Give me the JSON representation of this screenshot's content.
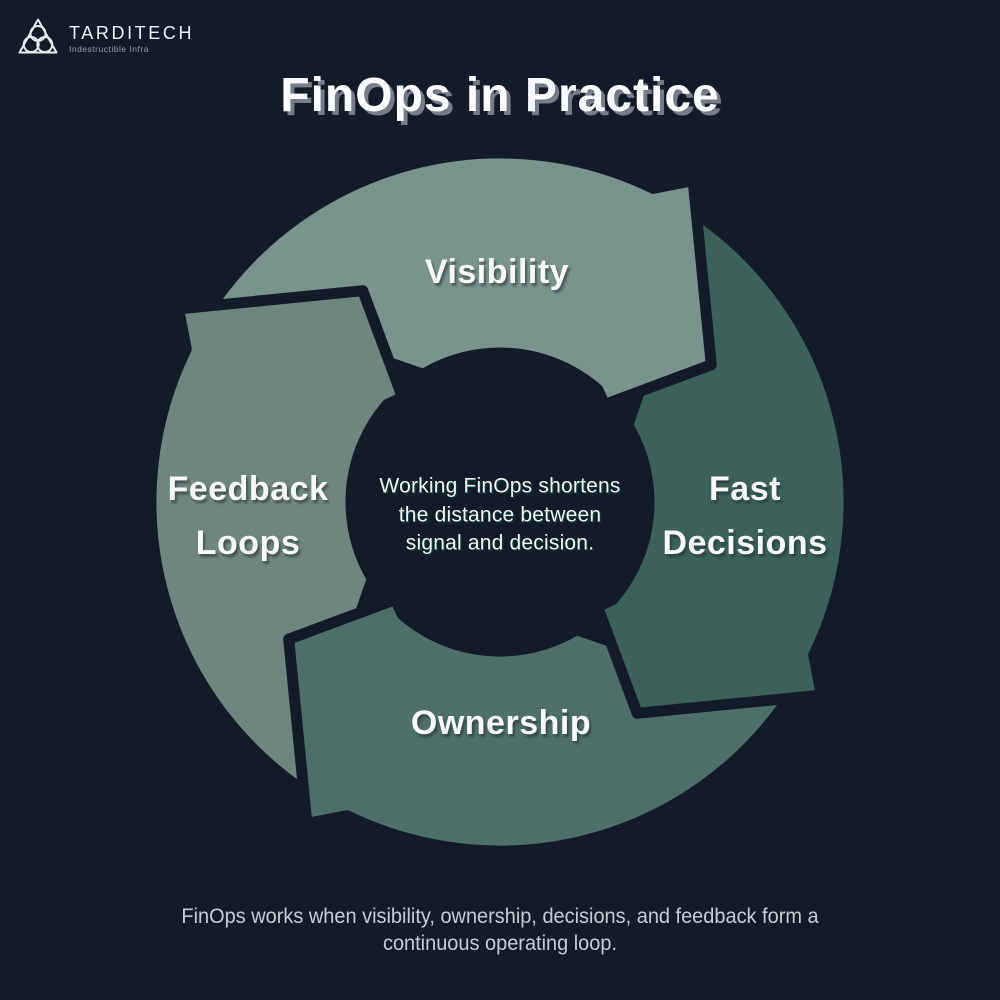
{
  "brand": {
    "name": "TARDITECH",
    "tagline": "Indestructible Infra",
    "logo_icon": "triquetra-icon"
  },
  "title": "FinOps in Practice",
  "cycle": {
    "segments": [
      {
        "id": "visibility",
        "label": "Visibility",
        "lines": [
          "Visibility"
        ],
        "color": "#7a938c"
      },
      {
        "id": "fast-decisions",
        "label": "Fast Decisions",
        "lines": [
          "Fast",
          "Decisions"
        ],
        "color": "#3c605a"
      },
      {
        "id": "ownership",
        "label": "Ownership",
        "lines": [
          "Ownership"
        ],
        "color": "#4f6e6a"
      },
      {
        "id": "feedback-loops",
        "label": "Feedback Loops",
        "lines": [
          "Feedback",
          "Loops"
        ],
        "color": "#6f867f"
      }
    ],
    "flow": "clockwise",
    "center_text": "Working FinOps shortens the distance between signal and decision.",
    "center_lines": [
      "Working FinOps shortens",
      "the distance between",
      "signal and decision."
    ]
  },
  "footer": {
    "text": "FinOps works when visibility, ownership, decisions, and feedback form a continuous operating loop.",
    "lines": [
      "FinOps works when visibility, ownership, decisions, and feedback form a",
      "continuous operating loop."
    ]
  },
  "colors": {
    "background": "#131b29",
    "title_text": "#fafbfc",
    "title_shadow": "#767d89",
    "label_text": "#f7f8f8",
    "center_text": "#f2f5f5",
    "footer_text": "#c8cbd2",
    "logo_stroke": "#e7ebef",
    "logo_tagline": "#98a1ae"
  }
}
